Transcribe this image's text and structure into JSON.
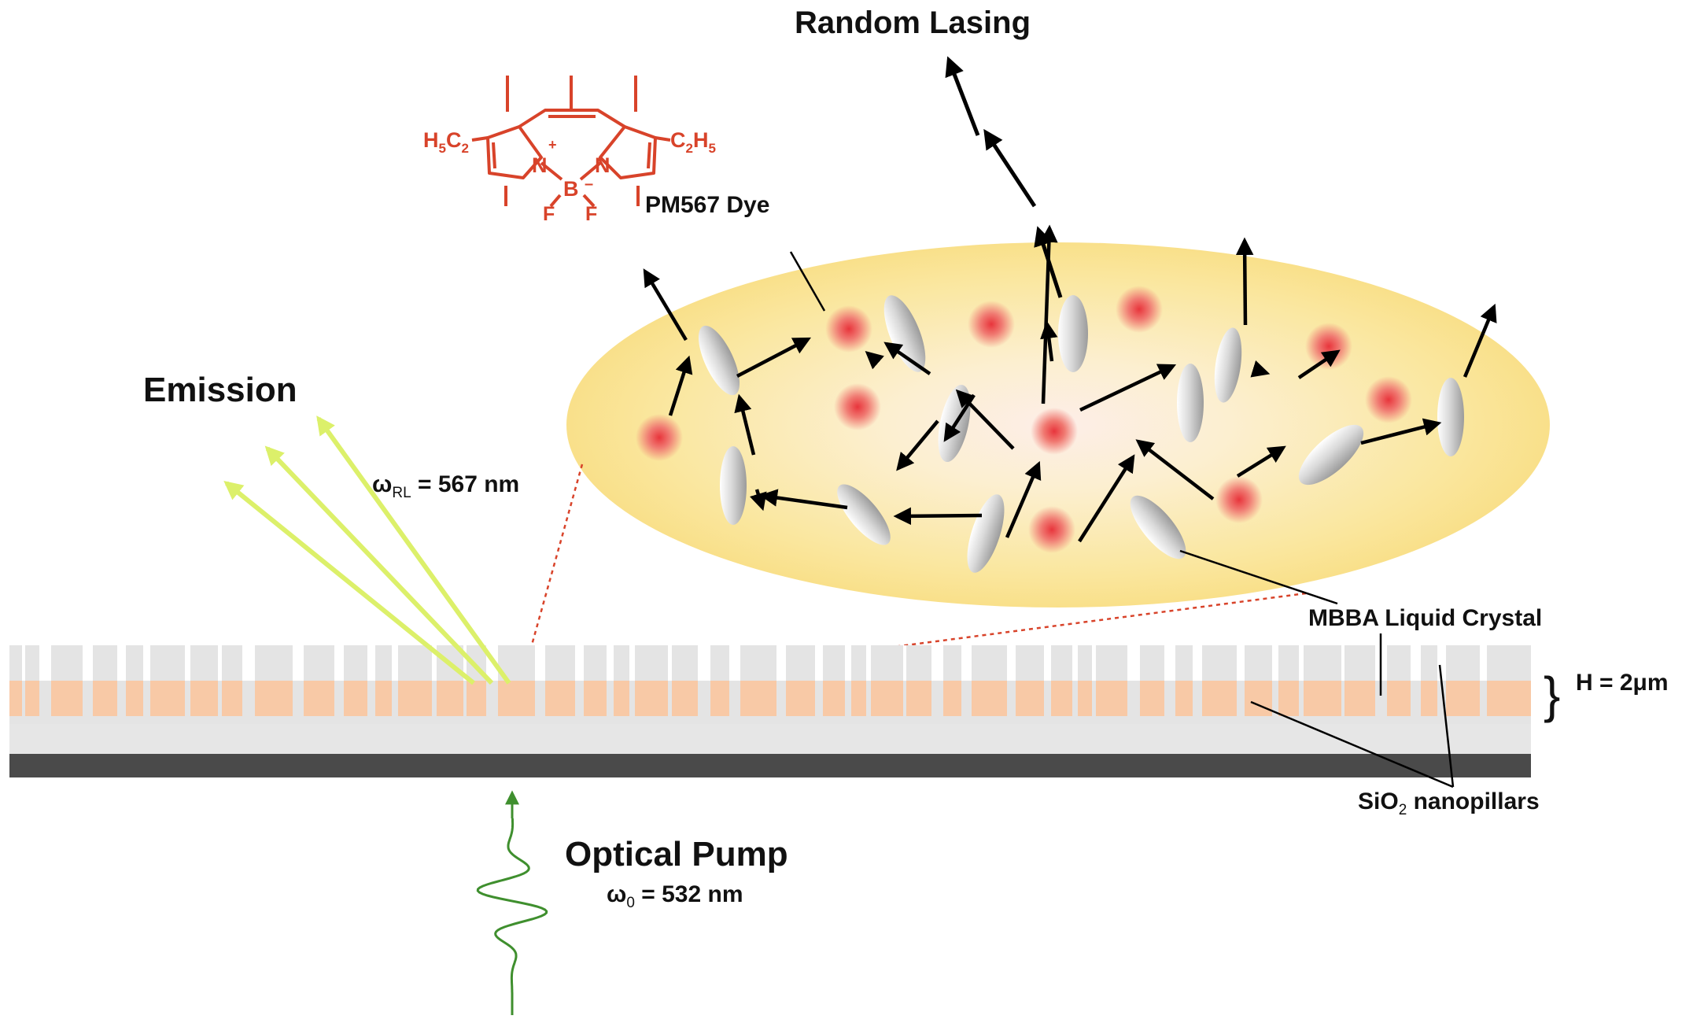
{
  "labels": {
    "random_lasing": "Random Lasing",
    "emission": "Emission",
    "omega_rl_symbol": "ω",
    "omega_rl_sub": "RL",
    "omega_rl_value": " = 567 nm",
    "dye_name": "PM567 Dye",
    "liquid_crystal": "MBBA Liquid Crystal",
    "height": "H = 2μm",
    "nanopillars_prefix": "SiO",
    "nanopillars_sub": "2",
    "nanopillars_suffix": " nanopillars",
    "pump_title": "Optical Pump",
    "omega0_symbol": "ω",
    "omega0_sub": "0",
    "omega0_value": " = 532 nm"
  },
  "molecule": {
    "left_group": "H",
    "left_group_sub1": "5",
    "left_group_mid": "C",
    "left_group_sub2": "2",
    "right_group": "C",
    "right_group_sub1": "2",
    "right_group_mid": "H",
    "right_group_sub2": "5",
    "n_left": "N",
    "n_right": "N",
    "boron": "B",
    "plus": "+",
    "minus": "–",
    "f1": "F",
    "f2": "F"
  },
  "colors": {
    "droplet": "#fae38c",
    "droplet_center": "#fdf1ea",
    "dye_dot": "#e8353c",
    "emission_arrow": "#dcf06a",
    "pump_wave": "#3f8f2e",
    "molecule": "#d8432a",
    "substrate": "#4a4a4a",
    "pillar": "#e4e4e4",
    "lc_band": "#f8c9a6",
    "dashed_line": "#d8432a"
  }
}
